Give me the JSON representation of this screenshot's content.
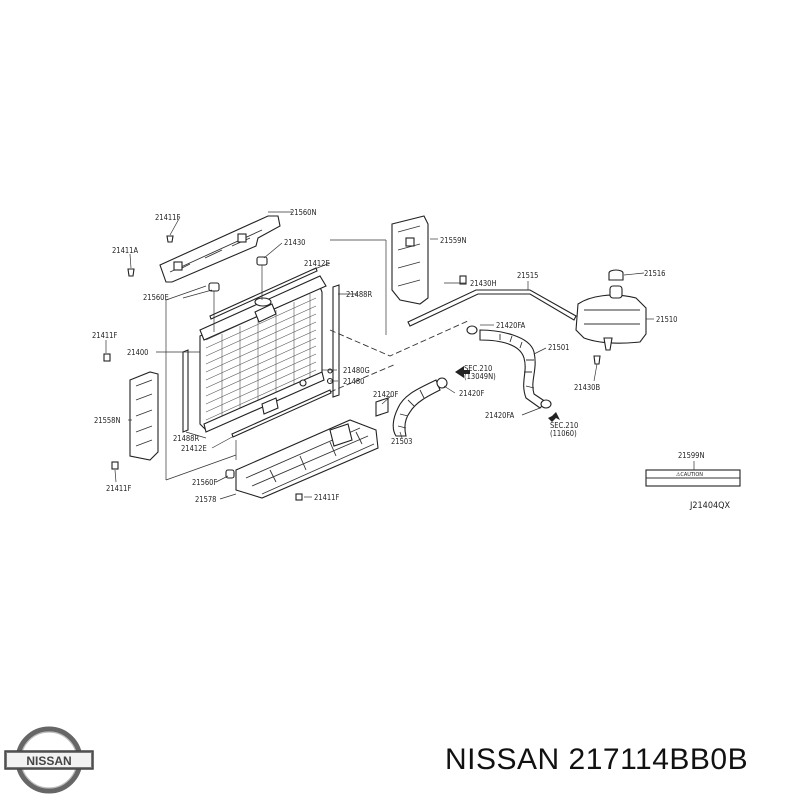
{
  "diagram_code": "J21404QX",
  "part_labels": {
    "p21411F_a": "21411F",
    "p21560N": "21560N",
    "p21411A": "21411A",
    "p21430": "21430",
    "p21412E_a": "21412E",
    "p21560E": "21560E",
    "p21488R_a": "21488R",
    "p21411F_b": "21411F",
    "p21400": "21400",
    "p21480G": "21480G",
    "p21480": "21480",
    "p21558N": "21558N",
    "p21488R_b": "21488R",
    "p21412E_b": "21412E",
    "p21411F_c": "21411F",
    "p21560F": "21560F",
    "p21578": "21578",
    "p21411F_d": "21411F",
    "p21559N": "21559N",
    "p21430H": "21430H",
    "p21515": "21515",
    "p21420FA_a": "21420FA",
    "p21501": "21501",
    "p21420F_a": "21420F",
    "p21420F_b": "21420F",
    "p21420FA_b": "21420FA",
    "p21503": "21503",
    "p21516": "21516",
    "p21510": "21510",
    "p21430B": "21430B",
    "p21599N": "21599N",
    "caution": "⚠CAUTION"
  },
  "sec_refs": {
    "top_title": "SEC.210",
    "top_code": "(13049N)",
    "bottom_title": "SEC.210",
    "bottom_code": "(11060)"
  },
  "footer": {
    "brand_logo_text": "NISSAN",
    "title": "NISSAN 217114BB0B"
  }
}
